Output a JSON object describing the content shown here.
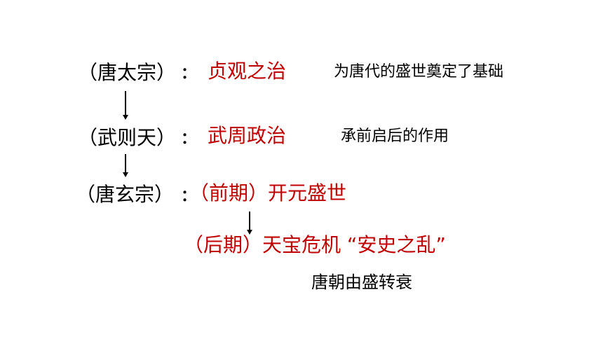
{
  "rows": [
    {
      "emperor": "（唐太宗）",
      "colon": "：",
      "policy": "贞观之治",
      "note": "为唐代的盛世奠定了基础"
    },
    {
      "emperor": "（武则天）",
      "colon": "：",
      "policy": "武周政治",
      "note": "承前启后的作用"
    },
    {
      "emperor": "（唐玄宗）",
      "colon": "：",
      "policy": "（前期）开元盛世"
    }
  ],
  "later_period": "（后期）天宝危机 “安史之乱”",
  "conclusion": "唐朝由盛转衰",
  "colors": {
    "policy_text": "#c00000",
    "base_text": "#000000"
  }
}
